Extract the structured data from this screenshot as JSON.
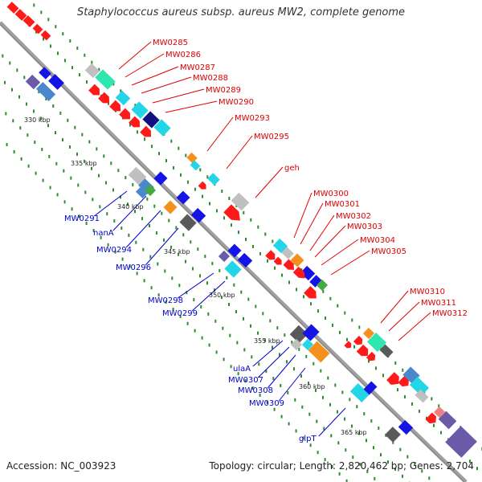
{
  "title": "Staphylococcus aureus subsp. aureus MW2, complete genome",
  "footer": {
    "accession": "Accession: NC_003923",
    "summary": "Topology: circular; Length: 2,820,462 bp; Genes: 2,704"
  },
  "colors": {
    "backbone": "#a0a0a0",
    "tick": "#2e8b2e",
    "forward_label": "#dd0000",
    "reverse_label": "#0000cc",
    "red": "#ff1a1a",
    "blue": "#1414e6",
    "cyan": "#22d6e8",
    "teal": "#2ee6b0",
    "gray": "#c0c0c0",
    "darkgray": "#5a5a5a",
    "navy": "#101080",
    "orange": "#f5901e",
    "steel": "#4a88cc",
    "purple": "#6a5aa8",
    "green": "#44aa44",
    "pink": "#f08080"
  },
  "scale_labels": [
    "330 kbp",
    "335 kbp",
    "340 kbp",
    "345 kbp",
    "350 kbp",
    "355 kbp",
    "360 kbp",
    "365 kbp"
  ],
  "forward_labels": [
    "MW0285",
    "MW0286",
    "MW0287",
    "MW0288",
    "MW0289",
    "MW0290",
    "MW0293",
    "MW0295",
    "geh",
    "MW0300",
    "MW0301",
    "MW0302",
    "MW0303",
    "MW0304",
    "MW0305",
    "MW0310",
    "MW0311",
    "MW0312"
  ],
  "reverse_labels": [
    "MW0291",
    "nanA",
    "MW0294",
    "MW0296",
    "MW0298",
    "MW0299",
    "ulaA",
    "MW0307",
    "MW0308",
    "MW0309",
    "glpT"
  ]
}
